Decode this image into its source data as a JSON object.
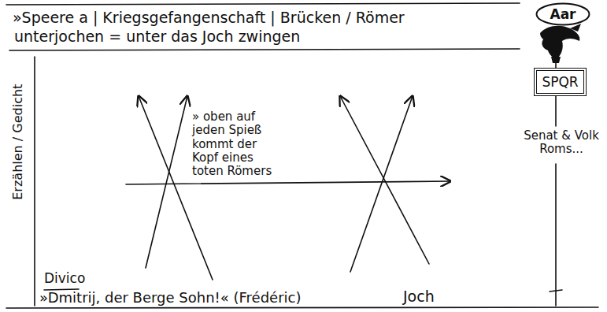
{
  "diagram": {
    "nodes": [
      {
        "text": [
          "Aar"
        ]
      },
      {
        "text": [
          "SPQR"
        ]
      }
    ],
    "labels": [
      "»Speere a | Kriegsgefangenschaft | Brücken / Römer",
      "unterjochen = unter das Joch zwingen",
      "» oben auf jeden Spieß kommt der Kopf eines toten Römers",
      "Erzählen / Gedicht",
      "Divico",
      "»Dmitrij, der Berge Sohn!« (Frédéric)",
      "Joch",
      "Senat & Volk Roms..."
    ]
  }
}
